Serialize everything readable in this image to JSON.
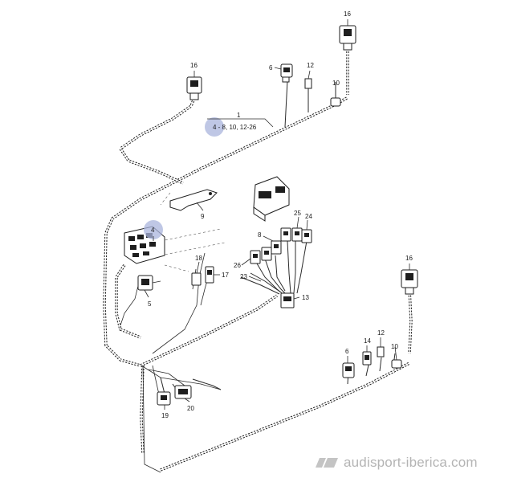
{
  "diagram": {
    "callouts": [
      {
        "id": "c16a",
        "text": "16"
      },
      {
        "id": "c16b",
        "text": "16"
      },
      {
        "id": "c16c",
        "text": "16"
      },
      {
        "id": "c6a",
        "text": "6"
      },
      {
        "id": "c12a",
        "text": "12"
      },
      {
        "id": "c10a",
        "text": "10"
      },
      {
        "id": "c1",
        "text": "1"
      },
      {
        "id": "c4a",
        "text": "4 - 8, 10, 12-26"
      },
      {
        "id": "c9",
        "text": "9"
      },
      {
        "id": "c4b",
        "text": "4"
      },
      {
        "id": "c25",
        "text": "25"
      },
      {
        "id": "c24",
        "text": "24"
      },
      {
        "id": "c8",
        "text": "8"
      },
      {
        "id": "c18",
        "text": "18"
      },
      {
        "id": "c17",
        "text": "17"
      },
      {
        "id": "c26",
        "text": "26"
      },
      {
        "id": "c23",
        "text": "23"
      },
      {
        "id": "c5",
        "text": "5"
      },
      {
        "id": "c13",
        "text": "13"
      },
      {
        "id": "c14",
        "text": "14"
      },
      {
        "id": "c12b",
        "text": "12"
      },
      {
        "id": "c6b",
        "text": "6"
      },
      {
        "id": "c10b",
        "text": "10"
      },
      {
        "id": "c19",
        "text": "19"
      },
      {
        "id": "c20",
        "text": "20"
      }
    ],
    "highlight_color": "#a9b4dc"
  },
  "watermark": {
    "text": "audisport-iberica.com"
  }
}
